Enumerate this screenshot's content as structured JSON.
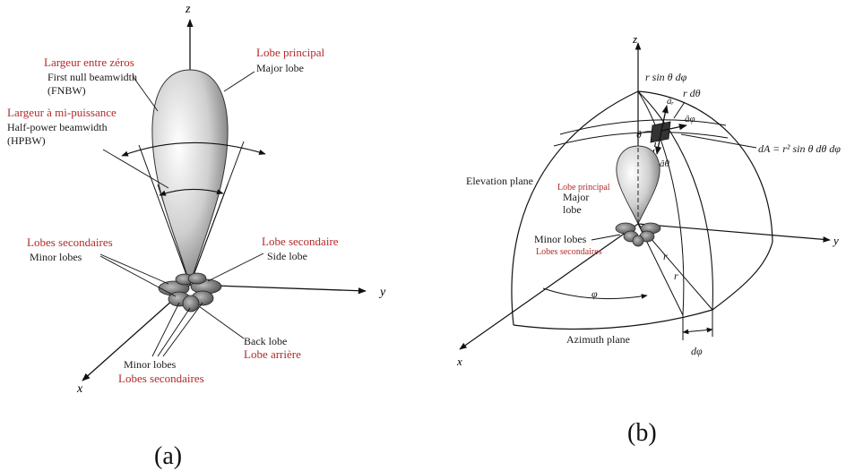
{
  "panel_a": {
    "axis_z": "z",
    "axis_y": "y",
    "axis_x": "x",
    "largeur_zeros": "Largeur entre zéros",
    "fnbw_line1": "First null beamwidth",
    "fnbw_line2": "(FNBW)",
    "largeur_mi": "Largeur à mi-puissance",
    "hpbw_line1": "Half-power beamwidth",
    "hpbw_line2": "(HPBW)",
    "lobe_principal": "Lobe principal",
    "major_lobe": "Major lobe",
    "lobes_secondaires_top": "Lobes secondaires",
    "minor_lobes_top": "Minor lobes",
    "lobe_secondaire": "Lobe secondaire",
    "side_lobe": "Side lobe",
    "back_lobe": "Back lobe",
    "lobe_arriere": "Lobe arrière",
    "minor_lobes_bottom": "Minor lobes",
    "lobes_secondaires_bottom": "Lobes secondaires",
    "caption": "(a)"
  },
  "panel_b": {
    "axis_z": "z",
    "axis_y": "y",
    "axis_x": "x",
    "r_sin_dphi": "r sin θ dφ",
    "r_dtheta": "r dθ",
    "a_r": "âᵣ",
    "a_phi": "âφ",
    "a_theta": "âθ",
    "theta": "θ",
    "dA": "dA = r² sin θ dθ dφ",
    "elevation_plane": "Elevation plane",
    "lobe_principal": "Lobe principal",
    "major": "Major",
    "lobe": "lobe",
    "minor_lobes": "Minor lobes",
    "lobes_secondaires": "Lobes secondaires",
    "r1": "r",
    "r2": "r",
    "phi": "φ",
    "azimuth_plane": "Azimuth plane",
    "dphi": "dφ",
    "caption": "(b)"
  }
}
